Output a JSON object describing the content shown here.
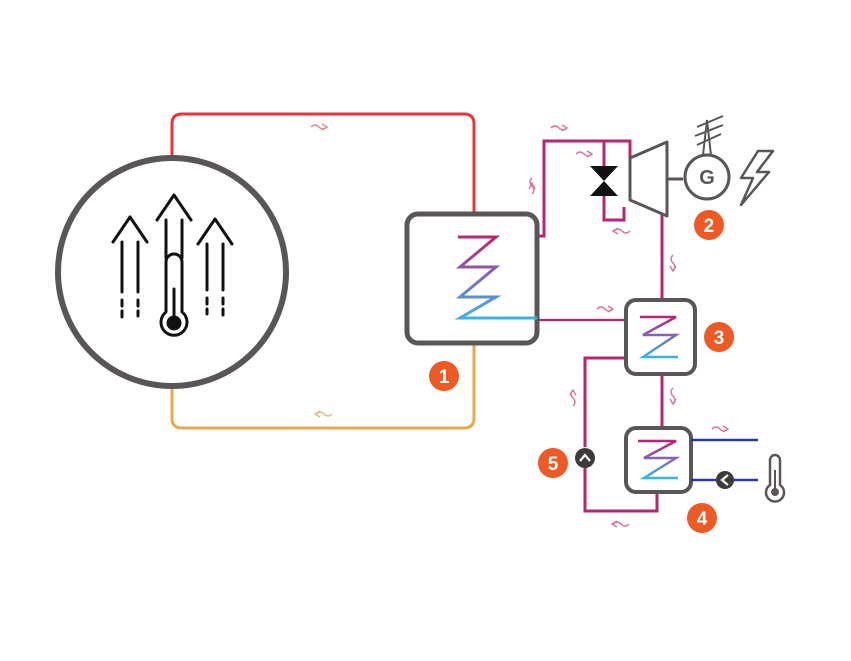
{
  "colors": {
    "hot_pipe": "#e8353b",
    "return_pipe": "#e8a94f",
    "working_fluid": "#b8256f",
    "cooling_water": "#2d3a9a",
    "coil_cold": "#35b6e4",
    "badge": "#ef5a24",
    "outline": "#5a5656"
  },
  "heat_source": {
    "icon": "rising-heat-thermometer-icon"
  },
  "generator": {
    "label": "G"
  },
  "components": [
    {
      "id": "evaporator",
      "badge": "1"
    },
    {
      "id": "turbine",
      "badge": "2"
    },
    {
      "id": "regenerator",
      "badge": "3"
    },
    {
      "id": "condenser",
      "badge": "4"
    },
    {
      "id": "pump",
      "badge": "5"
    }
  ],
  "icons": [
    "expansion-valve-icon",
    "power-tower-icon",
    "lightning-icon",
    "check-valve-icon",
    "thermometer-icon",
    "flow-arrow-icon"
  ]
}
